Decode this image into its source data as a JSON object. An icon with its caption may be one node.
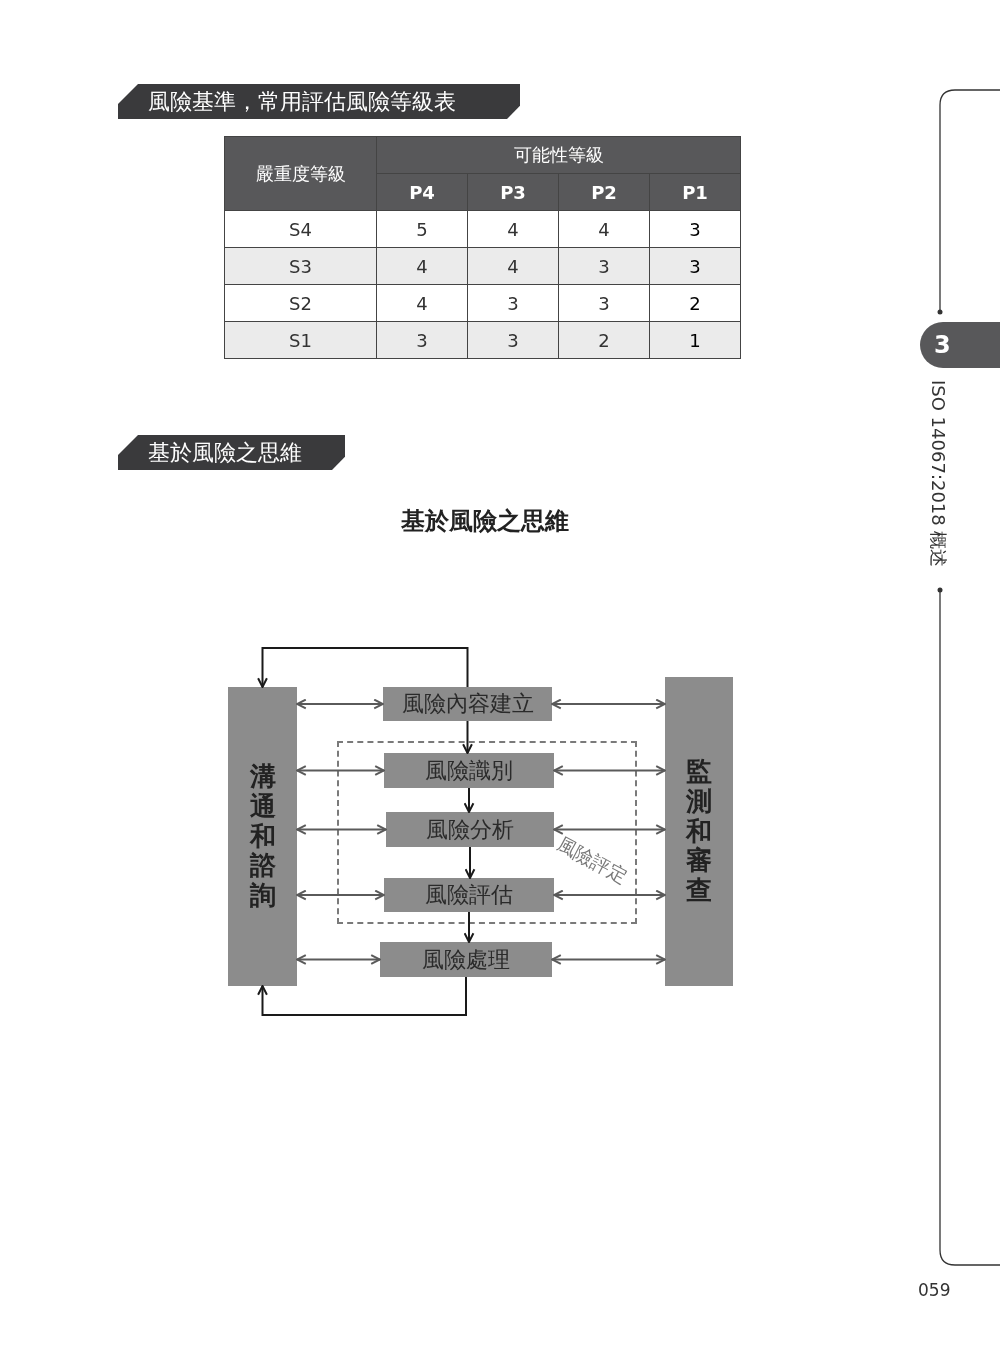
{
  "diagram": {
    "title": "基於風險之思維",
    "nodes": [
      {
        "text": [
          "風險基準，常用評估風險等級表"
        ]
      },
      {
        "text": [
          "基於風險之思維"
        ]
      },
      {
        "text": [
          "溝通和諮詢"
        ]
      },
      {
        "text": [
          "風險內容建立"
        ]
      },
      {
        "text": [
          "風險評定"
        ]
      },
      {
        "text": [
          "風險識別"
        ],
        "in": 4
      },
      {
        "text": [
          "風險分析"
        ],
        "in": 4
      },
      {
        "text": [
          "風險評估"
        ],
        "in": 4
      },
      {
        "text": [
          "風險處理"
        ]
      },
      {
        "text": [
          "監測和審查"
        ]
      },
      {
        "text": [
          "3"
        ]
      }
    ],
    "edges": [
      {
        "from": 3,
        "to": 5,
        "arrow": "to",
        "color": "#1a1a1a"
      },
      {
        "from": 5,
        "to": 6,
        "arrow": "to",
        "color": "#1a1a1a"
      },
      {
        "from": 6,
        "to": 7,
        "arrow": "to",
        "color": "#1a1a1a"
      },
      {
        "from": 7,
        "to": 8,
        "arrow": "to",
        "color": "#1a1a1a"
      },
      {
        "from": 3,
        "to": 2,
        "arrow": "to",
        "color": "#1a1a1a"
      },
      {
        "from": 8,
        "to": 2,
        "arrow": "to",
        "color": "#1a1a1a"
      },
      {
        "from": 2,
        "to": 3,
        "arrow": "both"
      },
      {
        "from": 2,
        "to": 5,
        "arrow": "both"
      },
      {
        "from": 2,
        "to": 6,
        "arrow": "both"
      },
      {
        "from": 2,
        "to": 7,
        "arrow": "both"
      },
      {
        "from": 2,
        "to": 8,
        "arrow": "both"
      },
      {
        "from": 3,
        "to": 9,
        "arrow": "both"
      },
      {
        "from": 5,
        "to": 9,
        "arrow": "both"
      },
      {
        "from": 6,
        "to": 9,
        "arrow": "both"
      },
      {
        "from": 7,
        "to": 9,
        "arrow": "both"
      },
      {
        "from": 8,
        "to": 9,
        "arrow": "both"
      }
    ],
    "labels": [
      "嚴重度等級",
      "可能性等級",
      "P4",
      "P3",
      "P2",
      "P1",
      "S4",
      "5",
      "4",
      "4",
      "3",
      "S3",
      "4",
      "4",
      "3",
      "3",
      "S2",
      "4",
      "3",
      "3",
      "2",
      "S1",
      "3",
      "3",
      "2",
      "1",
      "ISO 14067:2018 概述",
      "059"
    ]
  }
}
